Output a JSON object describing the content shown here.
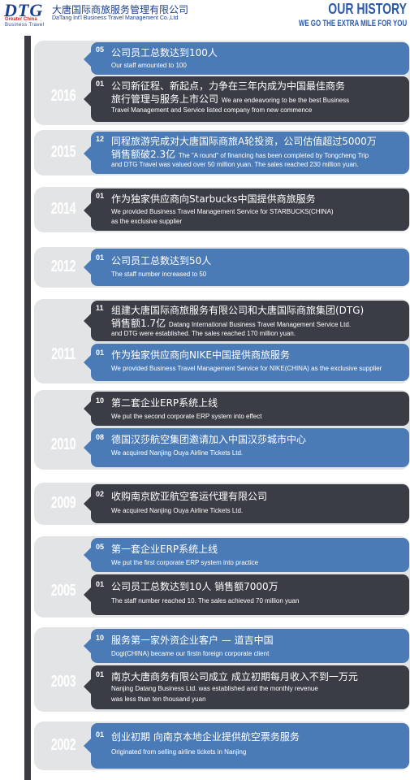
{
  "header": {
    "logo_text": "DTG",
    "logo_tag_1": "Greater China",
    "logo_tag_2": "Business Travel",
    "company_cn": "大唐国际商旅服务管理有限公司",
    "company_en": "DaTang Int'l Business Travel Management Co.,Ltd",
    "title": "OUR HISTORY",
    "subtitle": "WE GO THE EXTRA MILE FOR YOU"
  },
  "timeline": [
    {
      "year": "2016",
      "entries": [
        {
          "month": "05",
          "cn": "公司员工总数达到100人",
          "en": "Our staff amounted to 100"
        },
        {
          "month": "01",
          "cn": "公司新征程、新起点，力争在三年内成为中国最佳商务",
          "cn2": "旅行管理与服务上市公司",
          "en_inline": "We are endeavoring to be the best Business",
          "en": "Travel Management and Service listed company from new commence"
        }
      ]
    },
    {
      "year": "2015",
      "entries": [
        {
          "month": "12",
          "cn": "同程旅游完成对大唐国际商旅A轮投资，公司估值超过5000万",
          "cn2": "销售额破2.3亿",
          "en_inline": "The \"A round\" of financing has been completed by Tongcheng Trip",
          "en": "and DTG Travel was valued over 50 million yuan. The sales reached 230 million yuan."
        }
      ]
    },
    {
      "year": "2014",
      "entries": [
        {
          "month": "01",
          "cn": "作为独家供应商向Starbucks中国提供商旅服务",
          "en": "We provided Business Travel Management Service for STARBUCKS(CHINA)",
          "en2": "as the exclusive supplier"
        }
      ]
    },
    {
      "year": "2012",
      "entries": [
        {
          "month": "01",
          "cn": "公司员工总数达到50人",
          "en": "The staff number increased to 50"
        }
      ]
    },
    {
      "year": "2011",
      "entries": [
        {
          "month": "11",
          "cn": "组建大唐国际商旅服务有限公司和大唐国际商旅集团(DTG)",
          "cn2": "销售额1.7亿",
          "en_inline": "Datang International Business Travel Management Service Ltd.",
          "en": "and DTG were established.  The sales reached 170 million yuan."
        },
        {
          "month": "01",
          "cn": "作为独家供应商向NIKE中国提供商旅服务",
          "en": "We provided Business Travel Management Service for NIKE(CHINA) as the exclusive supplier"
        }
      ]
    },
    {
      "year": "2010",
      "entries": [
        {
          "month": "10",
          "cn": "第二套企业ERP系统上线",
          "en": "We put the second corporate ERP system into effect"
        },
        {
          "month": "08",
          "cn": "德国汉莎航空集团邀请加入中国汉莎城市中心",
          "en": "We acquired Nanjing Ouya Airline Tickets Ltd."
        }
      ]
    },
    {
      "year": "2009",
      "entries": [
        {
          "month": "02",
          "cn": "收购南京欧亚航空客运代理有限公司",
          "en": "We acquired Nanjing Ouya Airline Tickets Ltd."
        }
      ]
    },
    {
      "year": "2005",
      "entries": [
        {
          "month": "05",
          "cn": "第一套企业ERP系统上线",
          "en": "We put the first corporate ERP system into practice"
        },
        {
          "month": "01",
          "cn": "公司员工总数达到10人 销售额7000万",
          "en": "The staff number reached 10. The sales achieved 70 million yuan"
        }
      ]
    },
    {
      "year": "2003",
      "entries": [
        {
          "month": "10",
          "cn": "服务第一家外资企业客户 — 道吉中国",
          "en": "Dogi(CHINA) became our firstn foreign corporate client"
        },
        {
          "month": "01",
          "cn": "南京大唐商务有限公司成立 成立初期每月收入不到一万元",
          "en": "Nanjing Datang Business Ltd. was established and the monthly revenue",
          "en2": "was less than ten thousand yuan"
        }
      ]
    },
    {
      "year": "2002",
      "entries": [
        {
          "month": "01",
          "cn": "创业初期   向南京本地企业提供航空票务服务",
          "en": "Originated from selling airline tickets in Nanjing"
        }
      ]
    }
  ],
  "colors": {
    "blue_entry": "#4b7bb7",
    "dark_entry": "#3a3d45",
    "group_bg": "#e2e4e6",
    "title_blue": "#2c5aa8",
    "timeline_bar": "#3b3c43"
  }
}
